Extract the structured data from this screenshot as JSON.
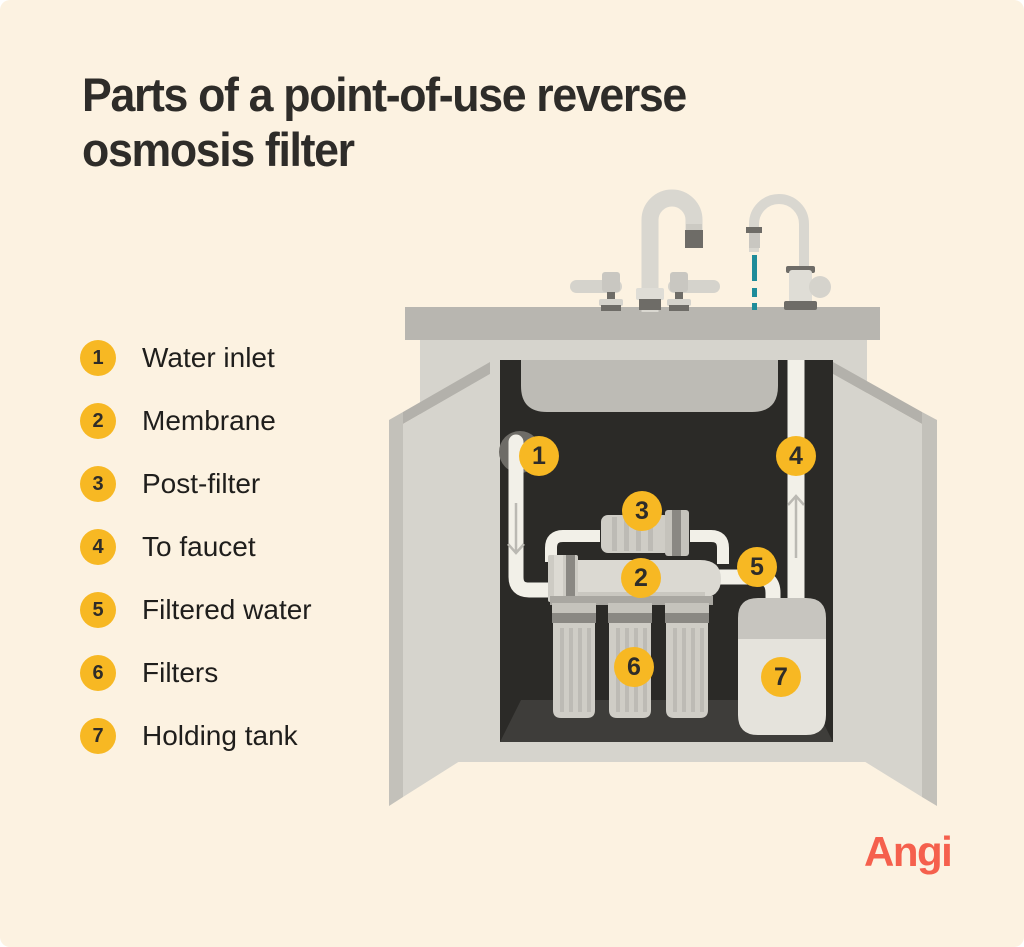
{
  "title": "Parts of a point-of-use reverse osmosis filter",
  "legend": {
    "items": [
      {
        "number": "1",
        "label": "Water inlet"
      },
      {
        "number": "2",
        "label": "Membrane"
      },
      {
        "number": "3",
        "label": "Post-filter"
      },
      {
        "number": "4",
        "label": "To faucet"
      },
      {
        "number": "5",
        "label": "Filtered water"
      },
      {
        "number": "6",
        "label": "Filters"
      },
      {
        "number": "7",
        "label": "Holding tank"
      }
    ]
  },
  "branding": {
    "logo_text": "Angi"
  },
  "colors": {
    "background": "#FCF2E1",
    "accent_yellow": "#F7B823",
    "text_dark": "#2E2C29",
    "teal": "#1E8C9A",
    "logo_red": "#F5604D",
    "cabinet_light": "#D6D4CD",
    "countertop_gray": "#B8B6B0",
    "interior_dark": "#2B2A27",
    "pipe_white": "#F2F0E8"
  }
}
